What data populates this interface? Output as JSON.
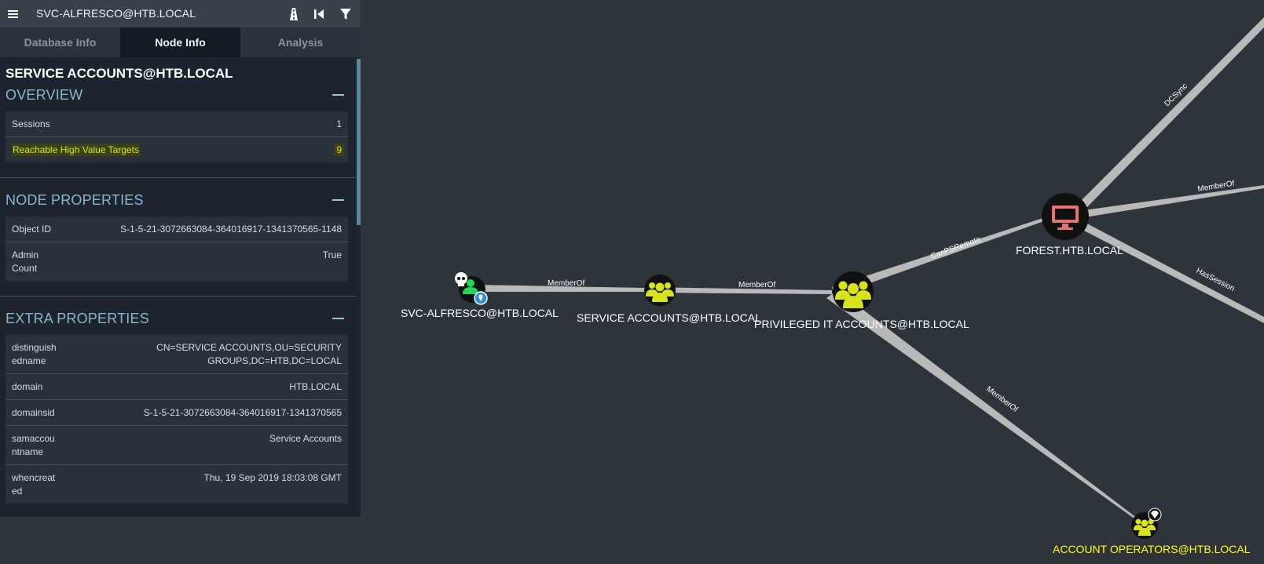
{
  "topbar": {
    "search_value": "SVC-ALFRESCO@HTB.LOCAL",
    "icons": [
      "menu-icon",
      "pathfinding-road-icon",
      "back-icon",
      "filter-icon"
    ]
  },
  "tabs": [
    {
      "label": "Database Info",
      "active": false
    },
    {
      "label": "Node Info",
      "active": true
    },
    {
      "label": "Analysis",
      "active": false
    }
  ],
  "node_info": {
    "title": "SERVICE ACCOUNTS@HTB.LOCAL",
    "overview": {
      "heading": "OVERVIEW",
      "rows": [
        {
          "key": "Sessions",
          "value": "1"
        },
        {
          "key": "Reachable High Value Targets",
          "value": "9",
          "highlight": true
        }
      ]
    },
    "node_properties": {
      "heading": "NODE PROPERTIES",
      "rows": [
        {
          "key": "Object ID",
          "value": "S-1-5-21-3072663084-364016917-1341370565-1148"
        },
        {
          "key_line1": "Admin",
          "key_line2": "Count",
          "value": "True"
        }
      ]
    },
    "extra_properties": {
      "heading": "EXTRA PROPERTIES",
      "rows": [
        {
          "key_line1": "distinguish",
          "key_line2": "edname",
          "value_line1": "CN=SERVICE ACCOUNTS,OU=SECURITY",
          "value_line2": "GROUPS,DC=HTB,DC=LOCAL"
        },
        {
          "key": "domain",
          "value": "HTB.LOCAL"
        },
        {
          "key": "domainsid",
          "value": "S-1-5-21-3072663084-364016917-1341370565"
        },
        {
          "key_line1": "samaccou",
          "key_line2": "ntname",
          "value": "Service Accounts"
        },
        {
          "key_line1": "whencreat",
          "key_line2": "ed",
          "value": "Thu, 19 Sep 2019 18:03:08 GMT"
        }
      ]
    }
  },
  "graph": {
    "nodes": [
      {
        "label": "SVC-ALFRESCO@HTB.LOCAL",
        "type": "user",
        "icon": "user-owned-icon"
      },
      {
        "label": "SERVICE ACCOUNTS@HTB.LOCAL",
        "type": "group",
        "icon": "group-icon"
      },
      {
        "label": "PRIVILEGED IT ACCOUNTS@HTB.LOCAL",
        "type": "group",
        "icon": "group-icon"
      },
      {
        "label": "FOREST.HTB.LOCAL",
        "type": "computer",
        "icon": "computer-icon"
      },
      {
        "label": "ACCOUNT OPERATORS@HTB.LOCAL",
        "type": "group",
        "icon": "group-highvalue-icon",
        "highlight": true
      }
    ],
    "edges": [
      {
        "label": "MemberOf"
      },
      {
        "label": "MemberOf"
      },
      {
        "label": "CanPSRemote"
      },
      {
        "label": "MemberOf"
      },
      {
        "label": "DCSync"
      },
      {
        "label": "MemberOf"
      },
      {
        "label": "HasSession"
      }
    ],
    "colors": {
      "background": "#2f343a",
      "edge": "#b9b9b9",
      "group_fill": "#d7e31b",
      "computer_fill": "#e6716f",
      "highlight_label": "#ffff1a"
    }
  }
}
